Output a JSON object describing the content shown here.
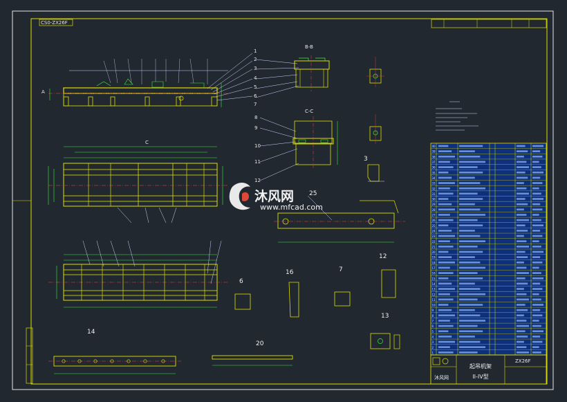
{
  "drawing": {
    "code_stamp": "CS0-ZX26F",
    "section_bb": "B-B",
    "section_cc": "C-C",
    "section_c_mark": "C",
    "section_a_mark": "A",
    "title_block": {
      "name_line1": "起吊机架",
      "name_line2": "II-IV型",
      "code": "ZX26F",
      "company": "沐风网"
    }
  },
  "watermark": {
    "brand": "沐风网",
    "url": "www.mfcad.com"
  },
  "callouts_top": [
    "1",
    "2",
    "3",
    "4",
    "5",
    "6",
    "7"
  ],
  "callouts_section": [
    "8",
    "9",
    "10",
    "11",
    "12"
  ],
  "part_labels": [
    "25",
    "6",
    "16",
    "7",
    "12",
    "13",
    "14",
    "20",
    "3"
  ],
  "bom_numbers": [
    "40",
    "39",
    "38",
    "37",
    "36",
    "35",
    "34",
    "33",
    "32",
    "31",
    "30",
    "29",
    "28",
    "27",
    "26",
    "25",
    "24",
    "23",
    "22",
    "21",
    "20",
    "19",
    "18",
    "17",
    "16",
    "15",
    "14",
    "13",
    "12",
    "11",
    "10",
    "9",
    "8",
    "7",
    "6",
    "5",
    "4",
    "3",
    "2",
    "1"
  ]
}
